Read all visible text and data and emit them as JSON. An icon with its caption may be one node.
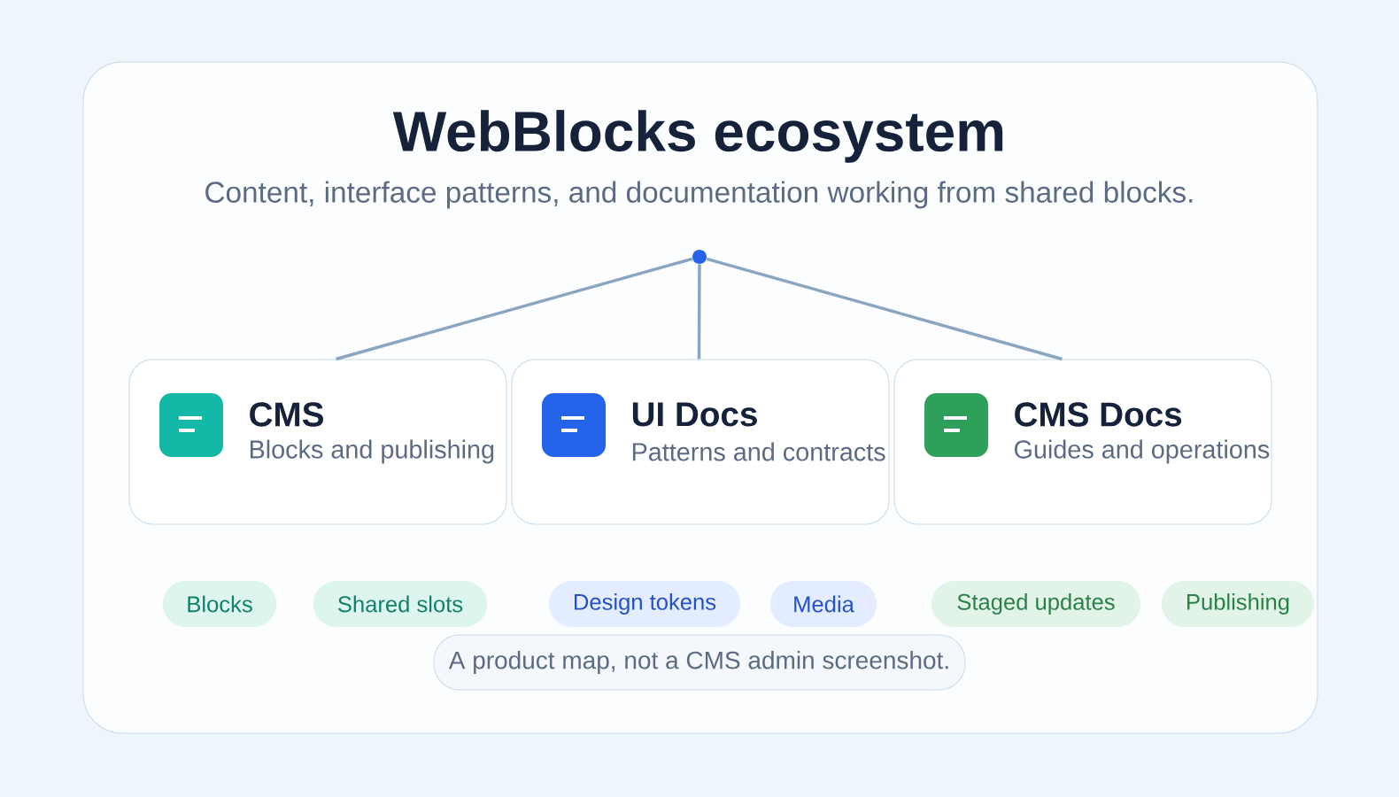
{
  "diagram": {
    "title": "WebBlocks ecosystem",
    "nodes": [
      {
        "text": [],
        "shape": "circle"
      },
      {
        "text": [
          "CMS",
          "Blocks and publishing"
        ]
      },
      {
        "text": [
          "UI Docs",
          "Patterns and contracts"
        ]
      },
      {
        "text": [
          "CMS Docs",
          "Guides and operations"
        ]
      },
      {
        "text": [
          "Blocks"
        ]
      },
      {
        "text": [
          "Shared slots"
        ]
      },
      {
        "text": [
          "Design tokens"
        ]
      },
      {
        "text": [
          "Media"
        ]
      },
      {
        "text": [
          "Staged updates"
        ]
      },
      {
        "text": [
          "Publishing"
        ]
      },
      {
        "text": [
          "A product map, not a CMS admin screenshot."
        ]
      }
    ],
    "edges": [
      {
        "from": 0,
        "to": 1,
        "arrow": "none"
      },
      {
        "from": 0,
        "to": 2,
        "arrow": "none"
      },
      {
        "from": 0,
        "to": 3,
        "arrow": "none"
      }
    ],
    "labels": [
      "Content, interface patterns, and documentation working from shared blocks."
    ]
  }
}
